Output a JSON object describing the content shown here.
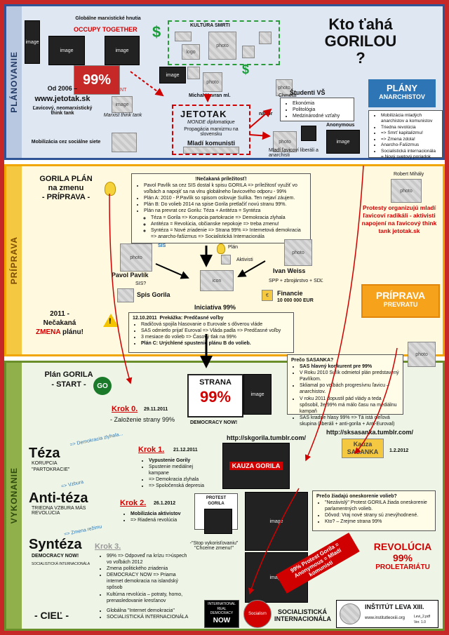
{
  "title": {
    "line1": "Kto ťahá",
    "line2": "GORILOU",
    "line3": "?"
  },
  "sections": {
    "plan": "PLÁNOVANIE",
    "prip": "PRÍPRAVA",
    "vyk": "VYKONANIE"
  },
  "plan": {
    "globalne_hnutia": "Globálne marxistické hnutia",
    "occupy_together": "OCCUPY TOGETHER",
    "kultura_smrti": "KULTÚRA SMRTI",
    "od_2006": "Od 2006 –",
    "jetotak_url": "www.jetotak.sk",
    "think_tank_desc": "Ľavicový, neomarxistický think tank",
    "marxist_tank": "Marxist think tank",
    "mobilizacia": "Mobilizácia cez sociálne siete",
    "michal_label": "Michal Havran ml.",
    "jetotak_logo": "JETOTAK",
    "monde": "MONDE diplomatique",
    "propagacia": "Propagácia marxizmu na slovensku",
    "mladi_komunisti": "Mladí komunisti",
    "nabor": "nábor",
    "chmelar": "Chmelár",
    "studenti_title": "Študenti VŠ",
    "studenti_items": [
      "Ekonómia",
      "Politológia",
      "Medzinárodné vzťahy"
    ],
    "anonymous": "Anonymous",
    "mladi_lavicovi": "Mladí ľavicoví liberáli a anarchisti",
    "plany_line1": "PLÁNY",
    "plany_line2": "ANARCHISTOV",
    "plany_items": [
      "Mobilizácia mladých anarchistov a komunistov",
      "Triedna revolúcia",
      "=> Smrť kapitalizmu!",
      "=> Zmena zdola!",
      "Anarcho-Fašizmus",
      "Socialistická internacionála = Nový svetový poriadok"
    ],
    "percent_99": "99%",
    "percent_label": "PERCENT"
  },
  "prip": {
    "gorila_plan_l1": "GORILA PLÁN",
    "gorila_plan_l2": "na zmenu",
    "gorila_plan_l3": "- PRÍPRAVA -",
    "prilezitost_title": "!Nečakaná príležitosť!",
    "prilezitost_items": [
      "Pavol Pavlík sa cez SIS dostal k spisu GORILA => príležitosť využiť vo voľbách a napojiť sa na vlnu globálneho ľavicového odporu - 99%",
      "Plán A: 2010 - P.Pavlík so spisom oslovuje Sulíka. Ten nejaví záujem.",
      "Plán B: Do volieb 2014 na spise Gorila pretlačiť novú stranu 99%.",
      "Plán na prevrat cez Gorilu: Téza + Antitéza = Syntéza"
    ],
    "prilezitost_sub": [
      "Téza = Gorila => Korupcia partokracie => Demokracia zlyhala",
      "Antitéza = Revolúcia, občianske nepokoje => treba zmenu!",
      "Syntéza = Nové zriadenie => Strana 99% => Internetová demokracia => anarcho-fašizmus => Socialistická Internacionála"
    ],
    "robert_minky": "Robert Mihály",
    "protesty": "Protesty organizujú mladí ľavicoví radikáli - aktivisti napojení na ľavicový think tank jetotak.sk",
    "sis": "SIS",
    "plan": "Plán",
    "aktivisti": "Aktivisti",
    "pavol": "Pavol Pavlík",
    "sis_q": "SIS?",
    "spis": "Spis Gorila",
    "iniciativa": "Iniciatíva 99%",
    "ivan": "Ivan Weiss",
    "spp": "SPP + zbrojárstvo + SDĽ",
    "financie": "Financie",
    "financie_amt": "10 000 000 EUR",
    "priprava_l1": "PRÍPRAVA",
    "priprava_l2": "PREVRATU",
    "y2011": "2011 -",
    "necakana": "Nečakaná",
    "zmena": "ZMENA",
    "planu": "plánu!",
    "prekazka_date": "12.10.2011",
    "prekazka_title": "Prekážka: Predčasné voľby",
    "prekazka_items": [
      "Radičová spojila hlasovanie o Eurovale s dôverou vláde",
      "SAS odmietlo prijať Euroval => Vláda padla => Predčasné voľby",
      "3 mesiace do volieb => Časový tlak na 99%"
    ],
    "plan_c": "Plán C: Urýchlené spustenie plánu B do volieb."
  },
  "vyk": {
    "plan_gorila_l1": "Plán GORILA",
    "plan_gorila_l2": "- START -",
    "go": "GO",
    "strana": "STRANA",
    "strana_99": "99%",
    "democracy_now": "DEMOCRACY NOW!",
    "krok0": "Krok 0.",
    "krok0_date": "29.11.2011",
    "krok0_text": "- Založenie strany 99%",
    "preco_title": "Prečo SASANKA?",
    "preco_items": [
      "SAS hlavný konkurent pre 99%",
      "V Roku 2010 Sulík odmietol plán predstavený Pavlíkom.",
      "Skliamal po voľbách progresívnu ľavicu – anarchistov.",
      "V roku 2011 dopustil pád vlády a teda spôsobil, že 99% má málo času na mediálnu kampaň",
      "SAS kradne hlasy 99% => Tá istá cieľová skupina (liberáli + anti-gorila + Anti-Euroval)"
    ],
    "url_skgorila": "http://skgorila.tumblr.com/",
    "url_sksasanka": "http://sksasanka.tumblr.com/",
    "teza": "Téza",
    "teza_sub1": "KORUPCIA",
    "teza_sub2": "\"PARTOKRACIE\"",
    "teza_arrow": "=> Demokracia zlyhala...",
    "krok1": "Krok 1.",
    "krok1_date": "21.12.2011",
    "krok1_items": [
      "Vypustenie Gorily",
      "Spustenie mediálnej kampane",
      "=> Demokracia zlyhala",
      "=> Spoločenská depresia"
    ],
    "kauza_gorila": "KAUZA GORILA",
    "kauza_sasanka_l1": "Kauza",
    "kauza_sasanka_l2": "SASANKA",
    "kauza_sasanka_date": "1.2.2012",
    "antiteza": "Anti-téza",
    "antiteza_sub": "TRIEDNA VZBURA MÁS REVOLÚCIA",
    "antiteza_arrow": "=> Vzbura",
    "krok2": "Krok 2.",
    "krok2_date": "26.1.2012",
    "krok2_items": [
      "Mobilizácia aktivistov",
      "=> Riadená revolúcia"
    ],
    "protest_gorila": "PROTEST GORILA",
    "stop_vykorist": "-\"Stop vykorisťovaniu\" \"Chceme zmenu!\"",
    "preco_neskore_title": "Prečo žiadajú oneskorenie volieb?",
    "preco_neskore_items": [
      "\"Nezávislý\" Protest GORILA žiada oneskorenie parlamentných volieb.",
      "Dôvod: Vraj nové strany sú znevýhodnené.",
      "Kto? – Zrejme strana 99%"
    ],
    "syntesa": "Syntéza",
    "syntesa_sub": "DEMOCRACY NOW!",
    "syntesa_sub2": "SOCIALISTICKÁ INTERNACIONÁLA",
    "syntesa_arrow": "=> Zmena režimu",
    "krok3": "Krok 3.",
    "krok3_items": [
      "99% => Odpoveď na krízu =>úspech vo voľbách 2012",
      "Zmena politického zriadenia",
      "DEMOCRACY NOW => Priama internet demokracia na islandský spôsob",
      "Kultúrna revolúcia – potraty, homo, prenasledovanie kresťanov"
    ],
    "revolucia_l1": "REVOLÚCIA",
    "revolucia_l2": "99%",
    "revolucia_l3": "PROLETARIÁTU",
    "diag_banner": "99% Protest Gorila = Anonymous = Mladí komunisti",
    "ciel": "- CIEĽ -",
    "ciel_items": [
      "Globálna \"Internet demokracia\"",
      "SOCIALISTICKÁ INTERNACIONÁLA"
    ],
    "int_real_dem_l1": "INTERNATIONAL",
    "int_real_dem_l2": "REAL DEMOCRACY",
    "int_real_dem_l3": "NOW",
    "socialism": "Socialism",
    "socialisticka_l1": "SOCIALISTICKÁ",
    "socialisticka_l2": "INTERNACIONÁLA",
    "institut": "INŠTITÚT LEVA XIII.",
    "institut_url": "www.institutleoxiii.org",
    "ver_file": "Levi_2.pdf",
    "ver": "Ver. 1.0"
  },
  "colors": {
    "frame": "#c62828",
    "plan_border": "#2f5597",
    "prip_border": "#f0a500",
    "vyk_border": "#6a8f2a",
    "accent_blue": "#2e75b6",
    "accent_orange": "#f6a21a",
    "accent_red": "#c00000"
  }
}
